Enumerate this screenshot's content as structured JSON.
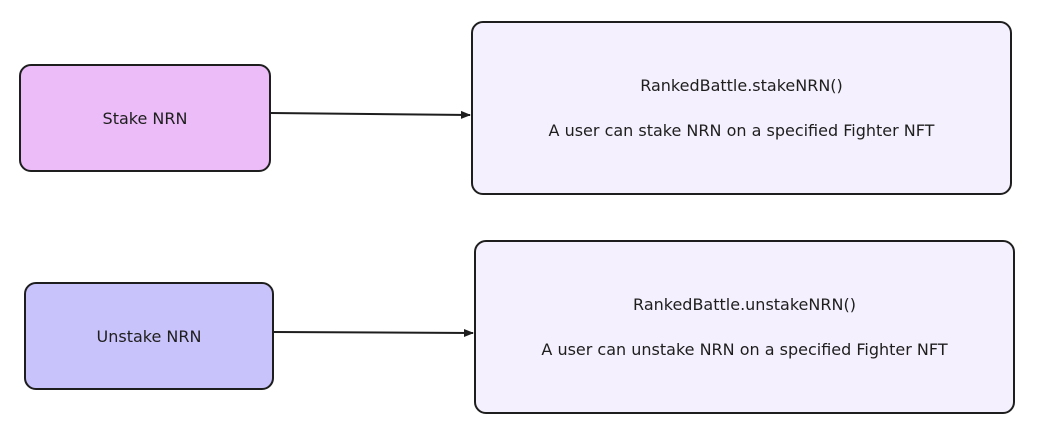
{
  "stake": {
    "action_label": "Stake NRN",
    "function_name": "RankedBattle.stakeNRN()",
    "description": "A user can stake NRN on a specified Fighter NFT"
  },
  "unstake": {
    "action_label": "Unstake NRN",
    "function_name": "RankedBattle.unstakeNRN()",
    "description": "A user can unstake NRN on a specified Fighter NFT"
  },
  "colors": {
    "stake_box_fill": "#ebbcf7",
    "unstake_box_fill": "#c9c3fb",
    "detail_box_fill": "#f5f0fd",
    "stroke": "#1e1e1e"
  }
}
